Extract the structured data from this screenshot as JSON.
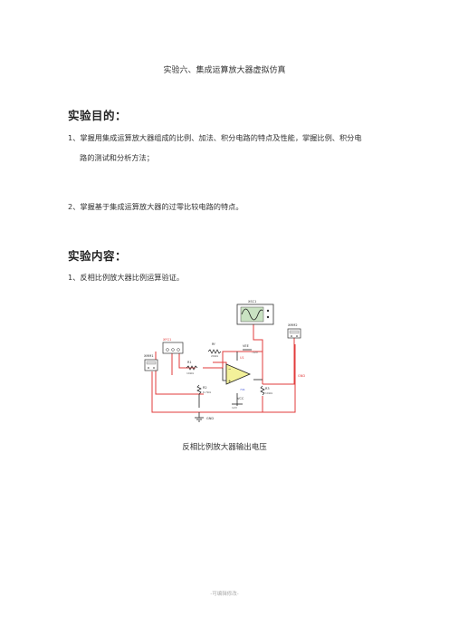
{
  "doc": {
    "title": "实验六、集成运算放大器虚拟仿真",
    "sections": [
      {
        "heading": "实验目的：",
        "items": [
          {
            "line1": "1、掌握用集成运算放大器组成的比例、加法、积分电路的特点及性能，掌握比例、积分电",
            "line2": "路的测试和分析方法；"
          },
          {
            "line1": "2、掌握基于集成运算放大器的过零比较电路的特点。"
          }
        ]
      },
      {
        "heading": "实验内容：",
        "items": [
          {
            "line1": "1、反相比例放大器比例运算验证。"
          }
        ]
      }
    ],
    "caption": "反相比例放大器输出电压",
    "footer": "-可编辑修改-"
  },
  "circuit": {
    "labels": {
      "xsc1": "XSC1",
      "xmm2": "XMM2",
      "xmm1": "XMM1",
      "xfg1": "XFG1",
      "rf": "Rf",
      "rf_val": "20kΩ",
      "vee": "VEE",
      "vee_val": "-12V",
      "r1": "R1",
      "r1_val": "10kΩ",
      "u1": "U1",
      "r2": "R2",
      "r2_val": "6.7kΩ",
      "r3": "R3",
      "r3_val": "10kΩ",
      "opamp": "741",
      "vcc": "VCC",
      "vcc_val": "12V",
      "gnd": "GND",
      "gnd_side": "GND"
    },
    "colors": {
      "wire_red": "#e23b3b",
      "wire_black": "#222222",
      "opamp_fill": "#f3f19a",
      "scope_screen": "#c9e2c2"
    }
  }
}
